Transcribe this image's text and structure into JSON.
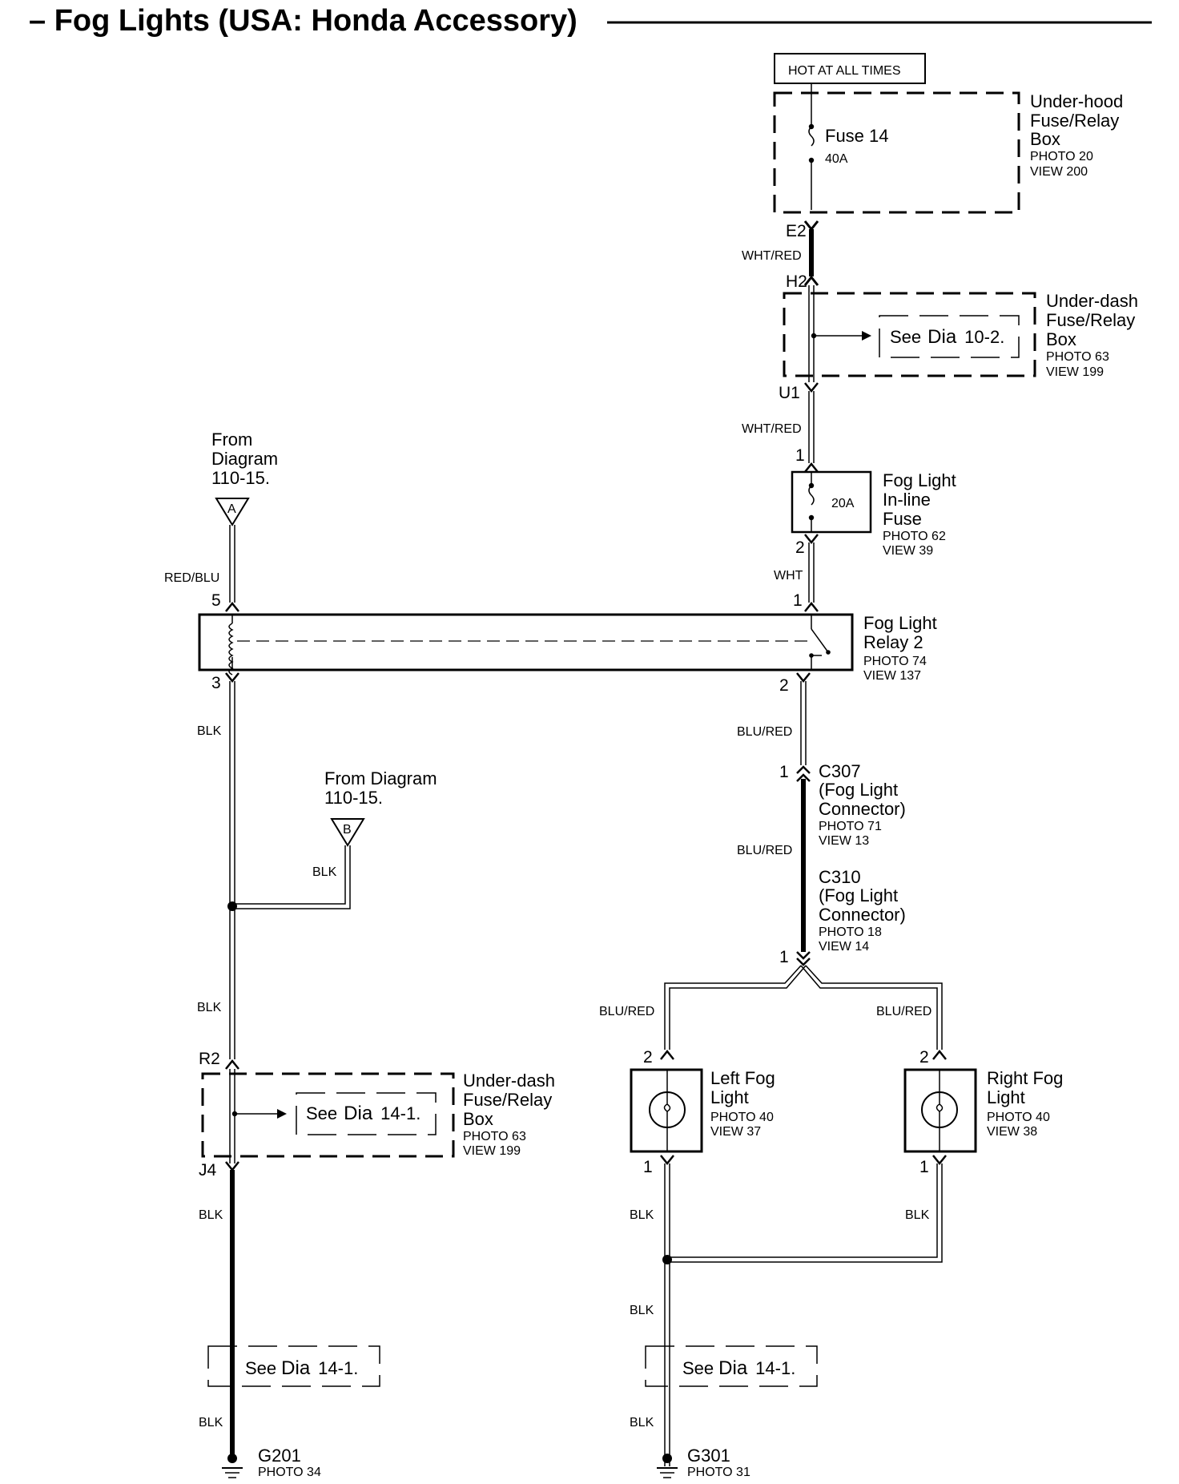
{
  "title": "– Fog Lights (USA: Honda Accessory)",
  "hot_at_all_times": "HOT AT ALL TIMES",
  "underhood_box": {
    "name_l1": "Under-hood",
    "name_l2": "Fuse/Relay",
    "name_l3": "Box",
    "photo": "PHOTO 20",
    "view": "VIEW 200",
    "fuse_name": "Fuse 14",
    "fuse_rating": "40A"
  },
  "pins": {
    "e2": "E2",
    "h2": "H2",
    "u1": "U1",
    "inline_in": "1",
    "inline_out": "2",
    "relay_1": "1",
    "relay_5": "5",
    "relay_3": "3",
    "relay_2": "2",
    "c307_1": "1",
    "c310_1": "1",
    "lf_2": "2",
    "lf_1": "1",
    "rf_2": "2",
    "rf_1": "1",
    "r2": "R2",
    "j4": "J4"
  },
  "wires": {
    "wht_red_1": "WHT/RED",
    "wht_red_2": "WHT/RED",
    "wht": "WHT",
    "red_blu": "RED/BLU",
    "blu_red_1": "BLU/RED",
    "blu_red_2": "BLU/RED",
    "blu_red_left": "BLU/RED",
    "blu_red_right": "BLU/RED",
    "blk_1": "BLK",
    "blk_b": "BLK",
    "blk_2": "BLK",
    "blk_3": "BLK",
    "blk_4": "BLK",
    "blk_lf": "BLK",
    "blk_rf": "BLK",
    "blk_5": "BLK",
    "blk_6": "BLK"
  },
  "underdash_top": {
    "name_l1": "Under-dash",
    "name_l2": "Fuse/Relay",
    "name_l3": "Box",
    "photo": "PHOTO 63",
    "view": "VIEW 199",
    "see_prefix": "See",
    "see_dia": "Dia",
    "see_num": "10-2."
  },
  "inline_fuse": {
    "name_l1": "Fog Light",
    "name_l2": "In-line",
    "name_l3": "Fuse",
    "photo": "PHOTO 62",
    "view": "VIEW 39",
    "rating": "20A"
  },
  "relay": {
    "name_l1": "Fog Light",
    "name_l2": "Relay 2",
    "photo": "PHOTO 74",
    "view": "VIEW 137"
  },
  "from_a": {
    "l1": "From",
    "l2": "Diagram",
    "l3": "110-15.",
    "letter": "A"
  },
  "from_b": {
    "l1": "From Diagram",
    "l2": "110-15.",
    "letter": "B"
  },
  "c307": {
    "name": "C307",
    "l1": "(Fog Light",
    "l2": "Connector)",
    "photo": "PHOTO 71",
    "view": "VIEW 13"
  },
  "c310": {
    "name": "C310",
    "l1": "(Fog Light",
    "l2": "Connector)",
    "photo": "PHOTO 18",
    "view": "VIEW 14"
  },
  "left_fog": {
    "l1": "Left Fog",
    "l2": "Light",
    "photo": "PHOTO 40",
    "view": "VIEW 37"
  },
  "right_fog": {
    "l1": "Right Fog",
    "l2": "Light",
    "photo": "PHOTO 40",
    "view": "VIEW 38"
  },
  "underdash_bottom": {
    "name_l1": "Under-dash",
    "name_l2": "Fuse/Relay",
    "name_l3": "Box",
    "photo": "PHOTO 63",
    "view": "VIEW 199",
    "see_prefix": "See",
    "see_dia": "Dia",
    "see_num": "14-1."
  },
  "see_left": {
    "prefix": "See",
    "dia": "Dia",
    "num": "14-1."
  },
  "see_right": {
    "prefix": "See",
    "dia": "Dia",
    "num": "14-1."
  },
  "g201": {
    "name": "G201",
    "photo": "PHOTO 34"
  },
  "g301": {
    "name": "G301",
    "photo": "PHOTO 31"
  }
}
